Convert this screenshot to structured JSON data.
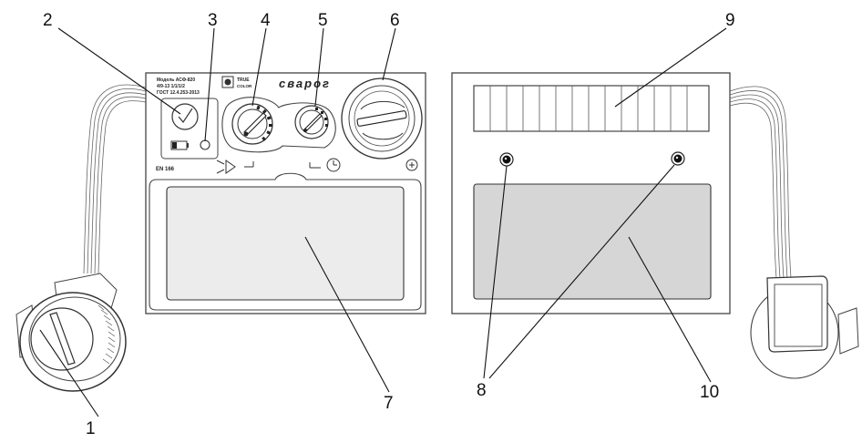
{
  "front_panel": {
    "model_line": "Модель АСФ-820",
    "spec_line": "4/9-13 1/1/1/2",
    "standard_line": "ГОСТ 12.4.253-2013",
    "true_color": "TRUE",
    "color_word": "COLOR",
    "brand": "сварог",
    "en_label": "EN 166"
  },
  "callouts": [
    {
      "id": "1",
      "text": "1"
    },
    {
      "id": "2",
      "text": "2"
    },
    {
      "id": "3",
      "text": "3"
    },
    {
      "id": "4",
      "text": "4"
    },
    {
      "id": "5",
      "text": "5"
    },
    {
      "id": "6",
      "text": "6"
    },
    {
      "id": "7",
      "text": "7"
    },
    {
      "id": "8",
      "text": "8"
    },
    {
      "id": "9",
      "text": "9"
    },
    {
      "id": "10",
      "text": "10"
    }
  ]
}
